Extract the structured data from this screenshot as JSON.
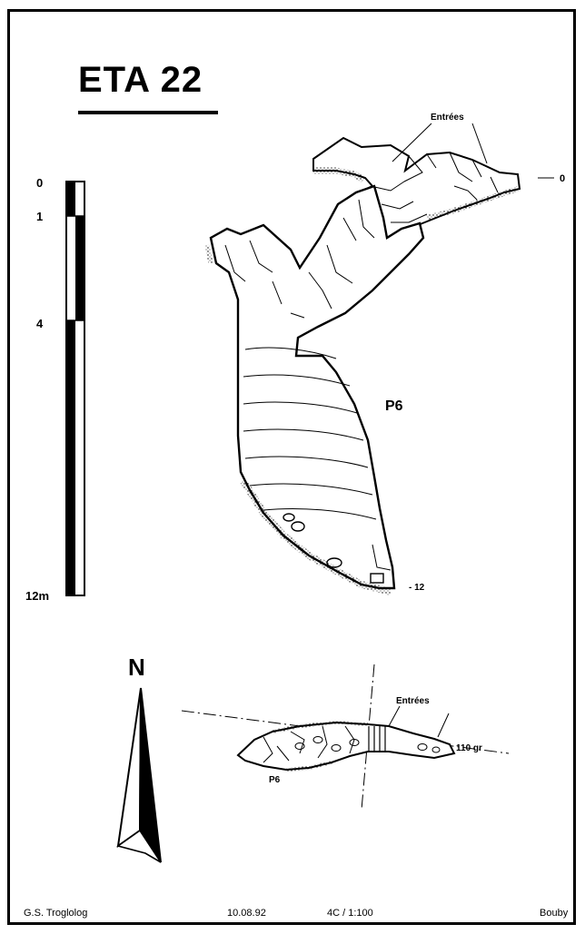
{
  "title": "ETA 22",
  "scale_bar": {
    "labels": [
      "0",
      "1",
      "4",
      "12m"
    ]
  },
  "section": {
    "entrances_label": "Entrées",
    "pitch_label": "P6",
    "depth_top": "0",
    "depth_bottom": "- 12"
  },
  "plan": {
    "north_label": "N",
    "entrances_label": "Entrées",
    "pitch_label": "P6",
    "bearing_label": "110 gr"
  },
  "footer": {
    "club": "G.S. Troglolog",
    "date": "10.08.92",
    "grade_scale": "4C / 1:100",
    "author": "Bouby"
  },
  "colors": {
    "ink": "#000000",
    "paper": "#ffffff"
  }
}
